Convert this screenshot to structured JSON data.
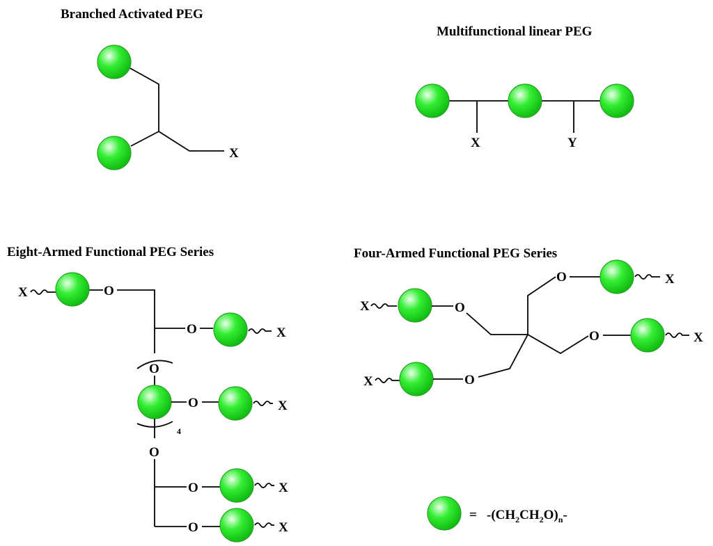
{
  "titles": {
    "branched": "Branched Activated PEG",
    "multifunctional": "Multifunctional linear PEG",
    "eight_armed": "Eight-Armed Functional PEG Series",
    "four_armed": "Four-Armed Functional PEG Series"
  },
  "atoms": {
    "x": "X",
    "y": "Y",
    "o": "O"
  },
  "repeat_count": "4",
  "legend": {
    "equals": "=",
    "formula_a": "-(CH",
    "sub_2a": "2",
    "formula_b": "CH",
    "sub_2b": "2",
    "formula_c": "O)",
    "sub_n": "n",
    "formula_d": "-"
  },
  "colors": {
    "bead_light": "#eaffea",
    "bead_main": "#33ee33",
    "bead_dark": "#11bb11"
  }
}
